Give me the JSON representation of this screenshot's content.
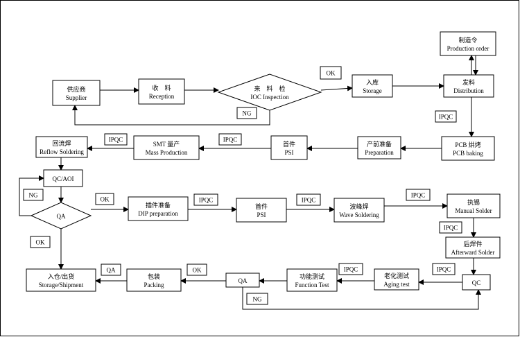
{
  "nodes": {
    "production_order": [
      "制造令",
      "Production order"
    ],
    "supplier": [
      "供应商",
      "Supplier"
    ],
    "reception": [
      "收　料",
      "Reception"
    ],
    "ioc": [
      "来　料　检",
      "IOC Inspection"
    ],
    "storage": [
      "入库",
      "Storage"
    ],
    "distribution": [
      "发料",
      "Distribution"
    ],
    "pcb_baking": [
      "PCB 烘烤",
      "PCB baking"
    ],
    "preparation": [
      "产前准备",
      "Preparation"
    ],
    "psi1": [
      "首件",
      "PSI"
    ],
    "smt": [
      "SMT 量产",
      "Mass Production"
    ],
    "reflow": [
      "回流焊",
      "Reflow Soldering"
    ],
    "qc_aoi": [
      "QC/AOI"
    ],
    "qa1": [
      "QA"
    ],
    "dip": [
      "插件准备",
      "DIP preparation"
    ],
    "psi2": [
      "首件",
      "PSI"
    ],
    "wave": [
      "波峰焊",
      "Wave Soldering"
    ],
    "manual": [
      "执锡",
      "Manual Solder"
    ],
    "afterward": [
      "后焊件",
      "Afterward Solder"
    ],
    "qc2": [
      "QC"
    ],
    "aging": [
      "老化测试",
      "Aging test"
    ],
    "function": [
      "功能测试",
      "Function Test"
    ],
    "qa2": [
      "QA"
    ],
    "packing": [
      "包装",
      "Packing"
    ],
    "shipment": [
      "入仓/出货",
      "Storage/Shipment"
    ]
  },
  "tags": {
    "ok_storage": "OK",
    "ng_ioc": "NG",
    "ipqc_dist": "IPQC",
    "ipqc_smt": "IPQC",
    "ipqc_psi1": "IPQC",
    "ng_qa1": "NG",
    "ok_qa1_right": "OK",
    "ok_qa1_down": "OK",
    "ipqc_dip": "IPQC",
    "ipqc_psi2": "IPQC",
    "ipqc_wave": "IPQC",
    "ipqc_manual": "IPQC",
    "ipqc_aging": "IPQC",
    "ipqc_function": "IPQC",
    "ok_packing": "OK",
    "qa_shipment": "QA",
    "ng_qa2": "NG"
  }
}
